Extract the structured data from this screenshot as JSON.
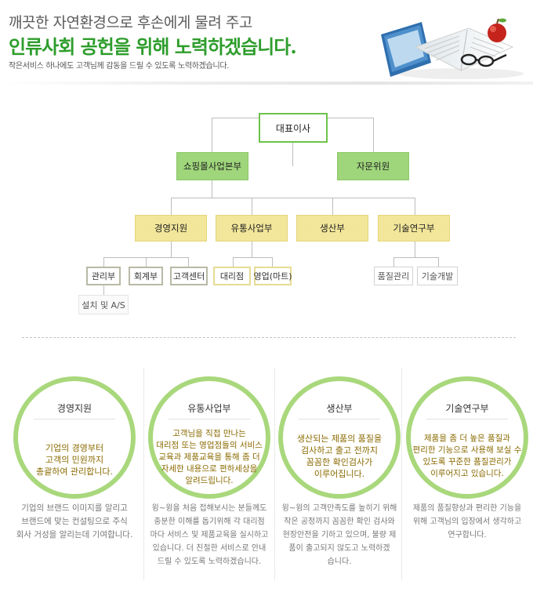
{
  "header": {
    "line1": "깨끗한 자연환경으로 후손에게 물려 주고",
    "line2": "인류사회 공헌을 위해 노력하겠습니다.",
    "subtitle": "작은서비스 하나에도 고객님께 감동을 드릴 수 있도록 노력하겠습니다."
  },
  "org": {
    "ceo": "대표이사",
    "level1": [
      "쇼핑몰사업본부",
      "자문위원"
    ],
    "level2": [
      "경영지원",
      "유통사업부",
      "생산부",
      "기술연구부"
    ],
    "level3": {
      "management": [
        "관리부",
        "회계부",
        "고객센터"
      ],
      "distribution": [
        "대리점",
        "영업(마트)"
      ],
      "research": [
        "품질관리",
        "기술개발"
      ],
      "sub": "설치 및 A/S"
    }
  },
  "cards": [
    {
      "title": "경영지원",
      "circle_lines": [
        "기업의 경영부터",
        "고객의 민원까지",
        "총괄하여 관리합니다."
      ],
      "desc_lines": [
        "기업의 브랜드 이미지를 알리고",
        "브랜드에 맞는 컨설팅으로 주식",
        "회사 거성을 알리는데 기여합니다."
      ]
    },
    {
      "title": "유통사업부",
      "circle_lines": [
        "고객님을 직접 만나는",
        "대리점 또는 영업점들의 서비스",
        "교육과 제품교육을 통해 좀 더",
        "자세한 내용으로 편하세상을",
        "알려드립니다."
      ],
      "desc_lines": [
        "윙~윙을 처음 접해보시는 분들께도",
        "충분한 이해를 돕기위해 각 대리점",
        "마다 서비스 및 제품교육을 실시하고",
        "있습니다. 더 친절한 서비스로 안내",
        "드릴 수 있도록 노력하겠습니다."
      ]
    },
    {
      "title": "생산부",
      "circle_lines": [
        "생산되는 제품의 품질을",
        "검사하고 출고 전까지",
        "꼼꼼한 확인검사가",
        "이루어집니다."
      ],
      "desc_lines": [
        "윙~윙의 고객만족도를 높히기 위해",
        "작은 공정까지 꼼꼼한 확인 검사와",
        "현장안전을 기하고 있으며, 불량 제",
        "품이 출고되지 않도고 노력하겠",
        "습니다."
      ]
    },
    {
      "title": "기술연구부",
      "circle_lines": [
        "제품을 좀 더 높은 품질과",
        "편리한 기능으로 사용해 보실 수",
        "있도록 꾸준한 품질관리가",
        "이루어지고 있습니다."
      ],
      "desc_lines": [
        "제품의 품질향상과 편리한 기능을",
        "위해 고객님의 입장에서 생각하고",
        "연구합니다."
      ]
    }
  ],
  "colors": {
    "brand_green": "#2e9d2c",
    "ceo_border": "#6cc24a",
    "level1_fill": "#9fd67b",
    "level2_fill": "#f2e69a",
    "circle_border": "#a9d87c",
    "circle_text": "#8a6a00"
  }
}
